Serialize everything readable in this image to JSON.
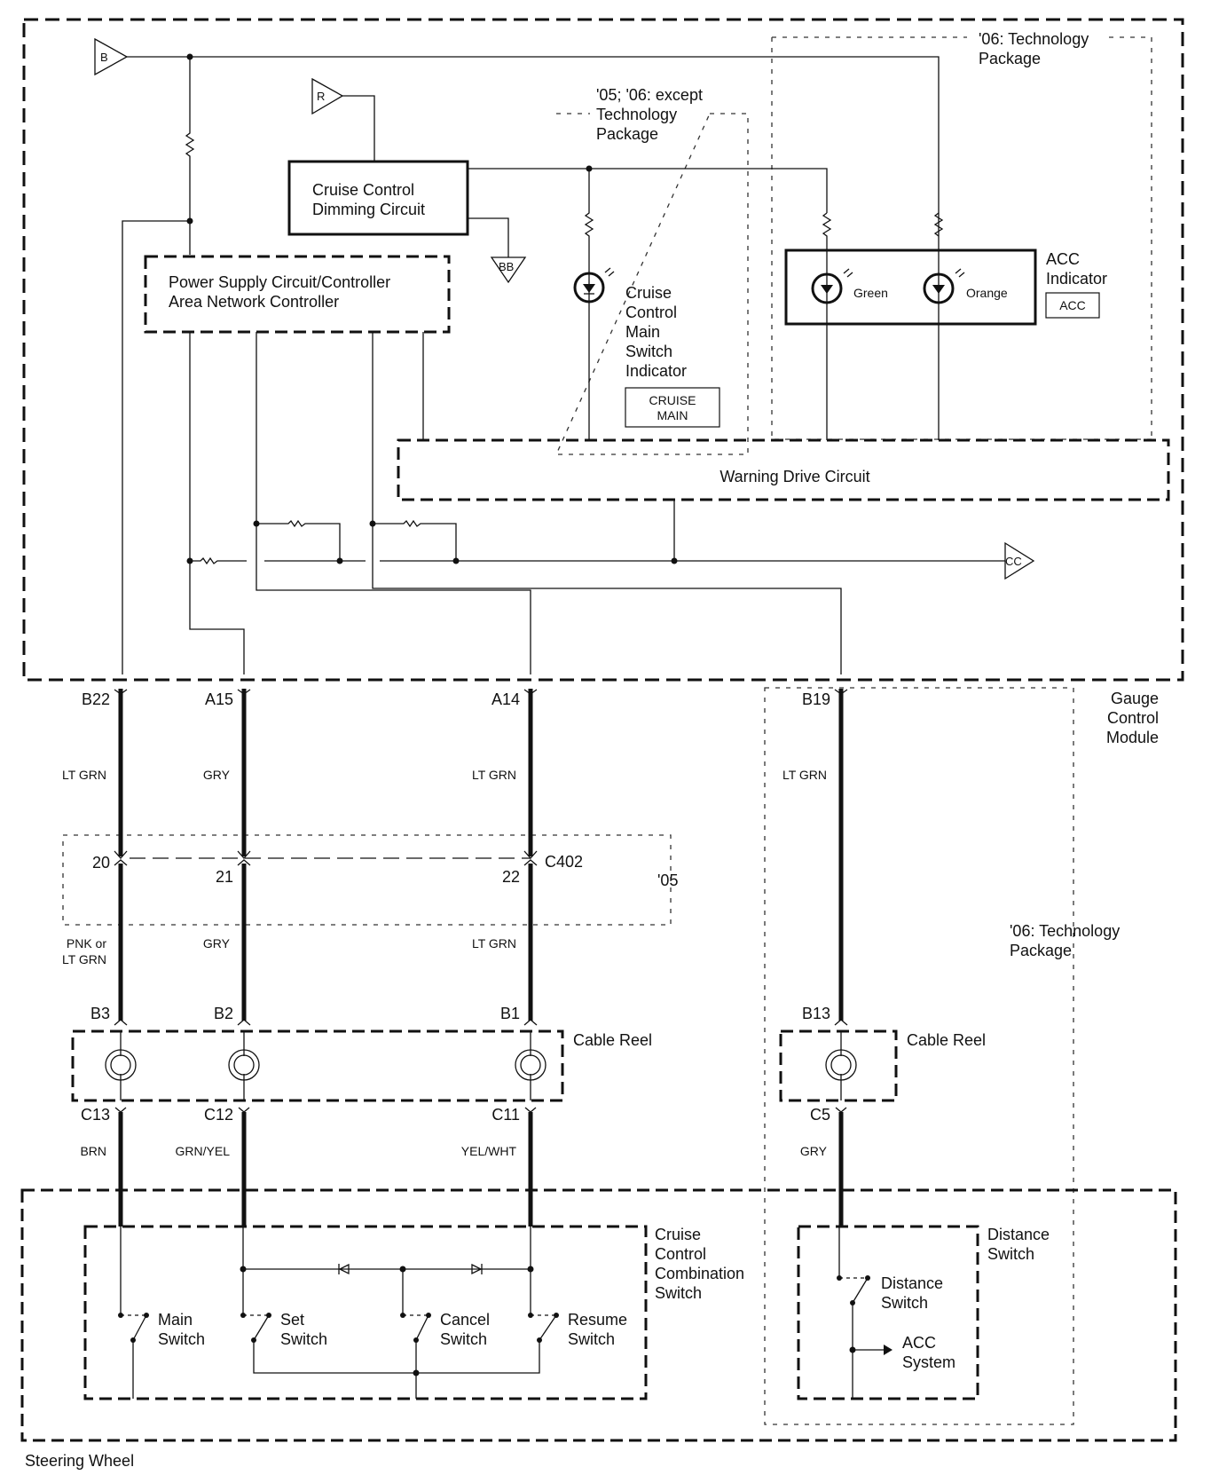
{
  "diagram": {
    "title": "Cruise Control Circuit Diagram",
    "modules": {
      "gauge_control_module": [
        "Gauge",
        "Control",
        "Module"
      ],
      "steering_wheel": "Steering Wheel",
      "cruise_dimming": [
        "Cruise Control",
        "Dimming Circuit"
      ],
      "power_supply": [
        "Power Supply Circuit/Controller",
        "Area Network Controller"
      ],
      "warning_drive": "Warning Drive Circuit",
      "cruise_main_indicator": [
        "Cruise",
        "Control",
        "Main",
        "Switch",
        "Indicator"
      ],
      "cruise_main_badge": [
        "CRUISE",
        "MAIN"
      ],
      "acc_indicator": [
        "ACC",
        "Indicator"
      ],
      "acc_badge": "ACC",
      "led_green": "Green",
      "led_orange": "Orange",
      "cable_reel": "Cable Reel",
      "combination_switch": [
        "Cruise",
        "Control",
        "Combination",
        "Switch"
      ],
      "distance_switch_box": [
        "Distance",
        "Switch"
      ],
      "distance_switch": [
        "Distance",
        "Switch"
      ],
      "acc_system": [
        "ACC",
        "System"
      ]
    },
    "variants": {
      "tech06_top": [
        "'06: Technology",
        "Package"
      ],
      "except_tech": [
        "'05; '06: except",
        "Technology",
        "Package"
      ],
      "tech06_bottom": [
        "'06: Technology",
        "Package"
      ],
      "y05": "'05"
    },
    "references": {
      "b": "B",
      "r": "R",
      "bb": "BB",
      "cc": "CC"
    },
    "connector": {
      "name": "C402"
    },
    "wires": [
      {
        "gcm_pin": "B22",
        "color1": "LT GRN",
        "c402_pin": "20",
        "color2": [
          "PNK or",
          "LT GRN"
        ],
        "reel_in": "B3",
        "reel_out": "C13",
        "color3": "BRN"
      },
      {
        "gcm_pin": "A15",
        "color1": "GRY",
        "c402_pin": "21",
        "color2": [
          "GRY"
        ],
        "reel_in": "B2",
        "reel_out": "C12",
        "color3": "GRN/YEL"
      },
      {
        "gcm_pin": "A14",
        "color1": "LT GRN",
        "c402_pin": "22",
        "color2": [
          "LT GRN"
        ],
        "reel_in": "B1",
        "reel_out": "C11",
        "color3": "YEL/WHT"
      },
      {
        "gcm_pin": "B19",
        "color1": "LT GRN",
        "reel_in": "B13",
        "reel_out": "C5",
        "color3": "GRY"
      }
    ],
    "switches": [
      {
        "label": [
          "Main",
          "Switch"
        ]
      },
      {
        "label": [
          "Set",
          "Switch"
        ]
      },
      {
        "label": [
          "Cancel",
          "Switch"
        ]
      },
      {
        "label": [
          "Resume",
          "Switch"
        ]
      }
    ]
  }
}
